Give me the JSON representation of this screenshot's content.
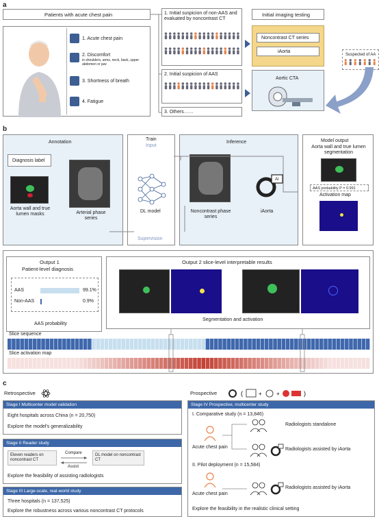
{
  "panel_a": {
    "letter": "a",
    "patients_title": "Patients with acute chest pain",
    "symptoms": [
      {
        "icon": "chest-pain-icon",
        "label": "1. Acute chest pain",
        "sub": ""
      },
      {
        "icon": "discomfort-icon",
        "label": "2. Discomfort",
        "sub": "in shoulders, arms, neck, back, upper abdomen or jaw"
      },
      {
        "icon": "breath-icon",
        "label": "3. Shortness of breath",
        "sub": ""
      },
      {
        "icon": "battery-icon",
        "label": "4. Fatigue",
        "sub": ""
      }
    ],
    "pathway1": "1. Initial suspicion of non-AAS and evaluated by noncontrast CT",
    "pathway2": "2. Initial suspicion of AAS",
    "pathway3": "3. Others……",
    "imaging_title": "Initial imaging testing",
    "noncontrast_ct_series": "Noncontrast CT series",
    "iaorta": "iAorta",
    "aortic_cta": "Aortic CTA",
    "suspected": "Suspected of AA"
  },
  "panel_b": {
    "letter": "b",
    "annotation": "Annotation",
    "diagnosis_label": "Diagnosis label",
    "masks_caption": "Aorta wall and true lumen masks",
    "arterial_caption": "Arterial phase series",
    "train": "Train",
    "input": "Input",
    "dl_model": "DL model",
    "supervision": "Supervision",
    "inference": "Inference",
    "noncontrast_caption": "Noncontrast phase series",
    "iaorta": "iAorta",
    "ai": "AI",
    "model_output": "Model output",
    "seg_title": "Aorta wall and true lumen segmentation",
    "aas_probability_line": "AAS probability P = 0.991",
    "activation_map": "Activation map",
    "output1_title": "Output 1",
    "output1_sub": "Patient-level diagnosis",
    "bars": [
      {
        "label": "AAS",
        "value": 99.1,
        "text": "99.1%"
      },
      {
        "label": "Non-AAS",
        "value": 0.9,
        "text": "0.9%"
      }
    ],
    "aas_probability": "AAS probability",
    "output2_title": "Output 2 slice-level interpretable results",
    "seg_activation": "Segmentation and activation",
    "slice_sequence": "Slice sequence",
    "slice_activation_map": "Slice activation map"
  },
  "panel_c": {
    "letter": "c",
    "retrospective": "Retrospective",
    "prospective": "Prospective",
    "stage1_title": "Stage I   Multicenter model validation",
    "stage1_line1": "Eight hospitals across China (n = 20,750)",
    "stage1_line2": "Explore the model's generalizability",
    "stage2_title": "Stage II   Reader study",
    "stage2_left": "Eleven readers on noncontrast CT",
    "stage2_compare": "Compare",
    "stage2_assist": "Assist",
    "stage2_right": "DL model on noncontrast CT",
    "stage2_line": "Explore the feasibility of assisting radiologists",
    "stage3_title": "Stage III   Large-scale, real-world study",
    "stage3_line1": "Three  hospitals (n = 137,525)",
    "stage3_line2": "Explore the robustness across various noncontrast CT protocols",
    "stage4_title": "Stage IV   Prospective, multicenter study",
    "comparative": "I. Comparative study (n = 13,846)",
    "acute_chest_pain": "Acute chest pain",
    "rad_standalone": "Radiologists standalone",
    "rad_assisted": "Radiologists assisted by iAorta",
    "pilot": "II. Pilot deployment (n = 15,584)",
    "rad_assisted2": "Radiologists assisted by iAorta",
    "stage4_line": "Explore the feasibility in the realistic clinical setting"
  },
  "colors": {
    "stage_blue": "#3d67a8",
    "light_blue_panel": "#e8f1f8",
    "bar_blue": "#c7dfef",
    "slice_blue": "#3f68ad",
    "activation_red": "#c0392b",
    "orange_person": "#e8844a",
    "gold_box": "#f4d78a"
  }
}
